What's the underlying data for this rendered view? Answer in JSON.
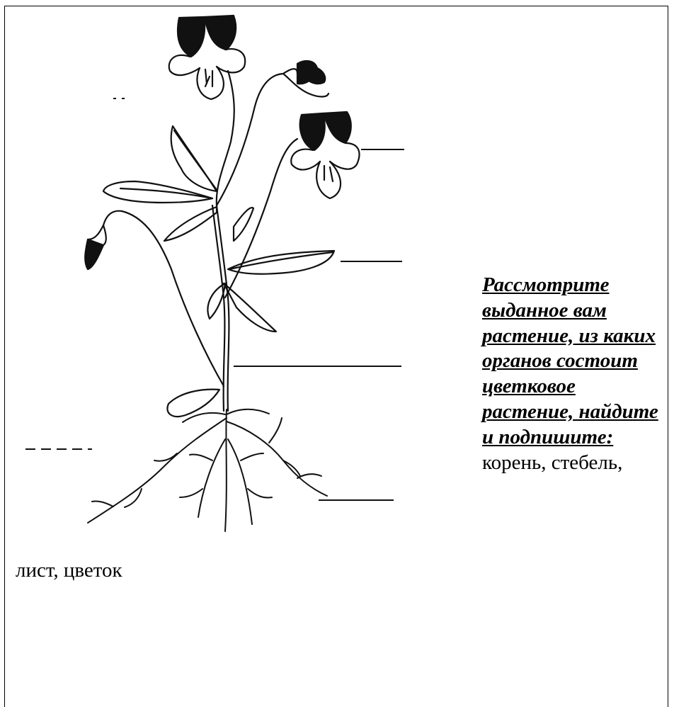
{
  "task": {
    "heading": "Рассмотрите выданное вам растение, из каких органов состоит цветковое растение, найдите и подпишите:",
    "answers_line1": "корень, стебель,",
    "answers_line2": "лист, цветок"
  }
}
